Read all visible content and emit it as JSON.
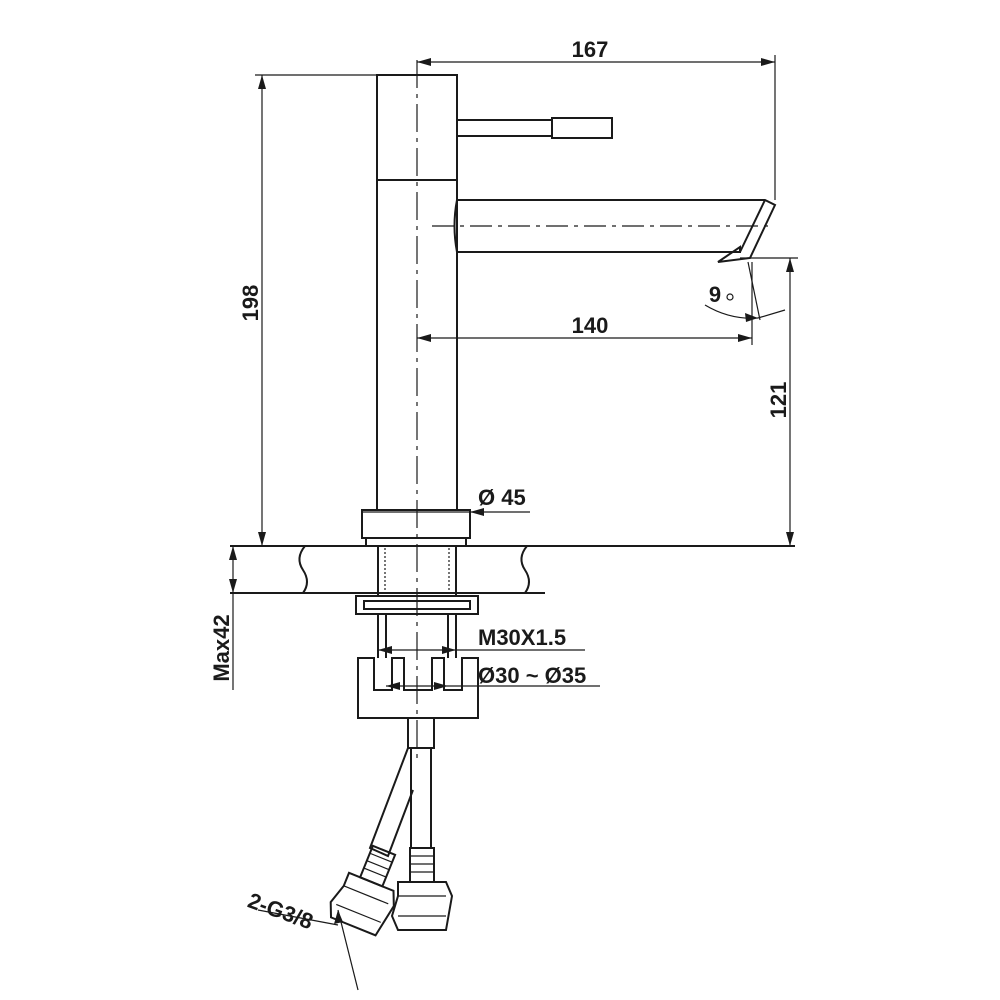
{
  "dimensions": {
    "overall_width": "167",
    "overall_height": "198",
    "spout_reach": "140",
    "spout_height": "121",
    "spout_angle": "9",
    "body_diameter": "Ø 45",
    "thread": "M30X1.5",
    "hole_diameter": "Ø30 ~ Ø35",
    "max_deck_thickness": "Max42",
    "hose_connection": "2-G3/8"
  }
}
